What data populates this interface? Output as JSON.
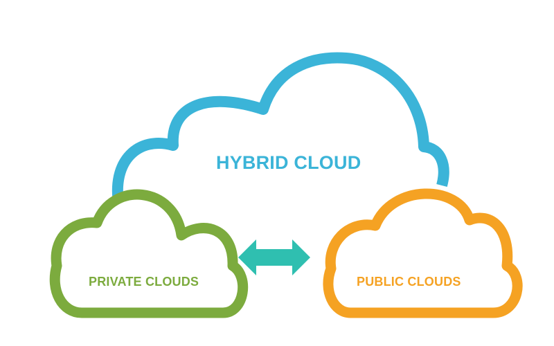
{
  "hybrid_cloud": {
    "label": "HYBRID CLOUD",
    "color": "#3bb4d8"
  },
  "private_clouds": {
    "label": "PRIVATE CLOUDS",
    "color": "#7cab3e"
  },
  "public_clouds": {
    "label": "PUBLIC CLOUDS",
    "color": "#f5a223"
  },
  "connector": {
    "type": "double-arrow",
    "color": "#2fbfb0"
  }
}
